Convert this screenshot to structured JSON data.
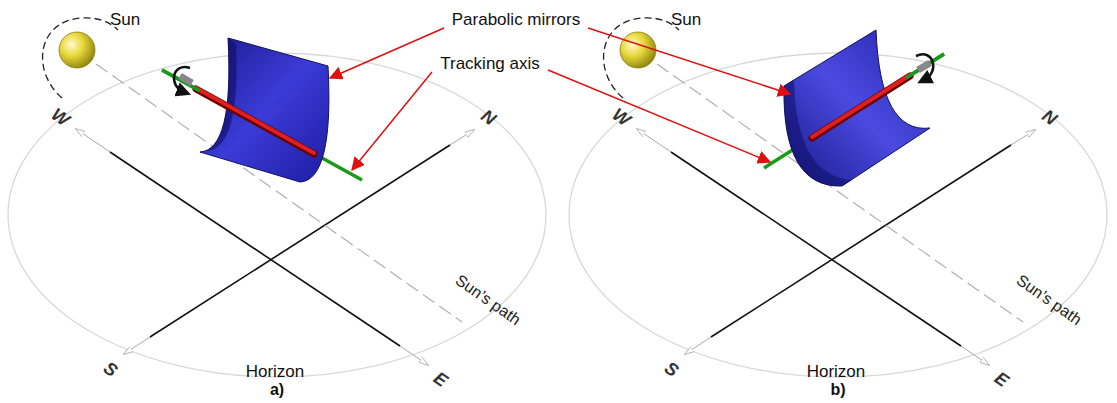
{
  "diagram": {
    "labels": [
      "Sun",
      "Parabolic mirrors",
      "Tracking axis",
      "W",
      "N",
      "S",
      "E",
      "Sun’s path",
      "Horizon",
      "a)",
      "Sun",
      "W",
      "N",
      "S",
      "E",
      "Sun’s path",
      "Horizon",
      "b)"
    ]
  }
}
